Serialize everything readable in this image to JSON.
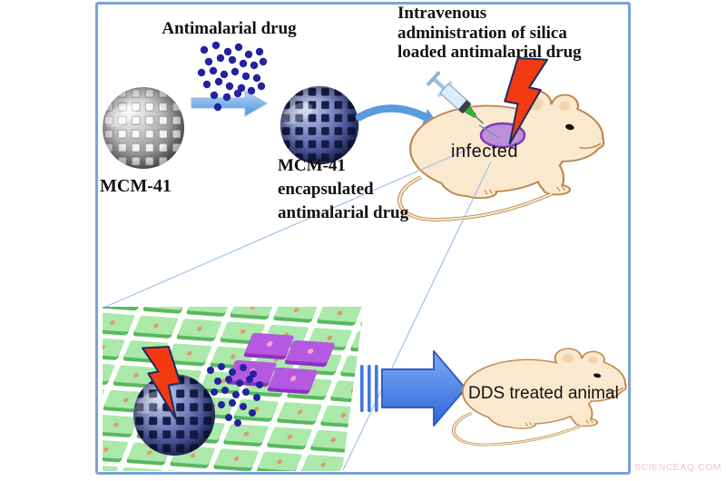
{
  "labels": {
    "antimalarial_drug": "Antimalarial drug",
    "mcm41": "MCM-41",
    "encapsulated": [
      "MCM-41",
      "encapsulated",
      "antimalarial drug"
    ],
    "administration": [
      "Intravenous",
      "administration of silica",
      "loaded antimalarial drug"
    ],
    "infected": "infected",
    "dds_treated": "DDS treated animal"
  },
  "watermark": "SCIENCEAQ.COM",
  "icons": {
    "gray_sphere": "mesoporous-silica-sphere",
    "blue_sphere": "drug-loaded-silica-sphere",
    "drug_dots": "drug-molecule-dots",
    "straight_arrow": "right-arrow",
    "curved_arrow": "curved-right-arrow",
    "big_arrow": "block-right-arrow",
    "syringe": "syringe-icon",
    "lightning": "lightning-bolt-icon",
    "mouse": "mouse-illustration",
    "infected_area": "infected-area-ellipse",
    "healthy_cells": "healthy-cell-tiles",
    "infected_cells": "infected-cell-tiles",
    "magnifier_lines": "zoom-callout-lines"
  },
  "colors": {
    "frame": "#7ba2d6",
    "drug_dot": "#23239e",
    "arrow_blue": "#4a86e0",
    "lightning_red": "#f23b10",
    "infected_area_purple": "#bc90da",
    "healthy_cell_green": "#abe9ab",
    "infected_cell_purple": "#b55ae0",
    "mouse_body": "#fbe9cf",
    "mouse_outline": "#bf8950",
    "gray_sphere": "#b9b9b9",
    "blue_sphere": "#5a6aa8",
    "watermark_pink": "#f4c2ca"
  }
}
